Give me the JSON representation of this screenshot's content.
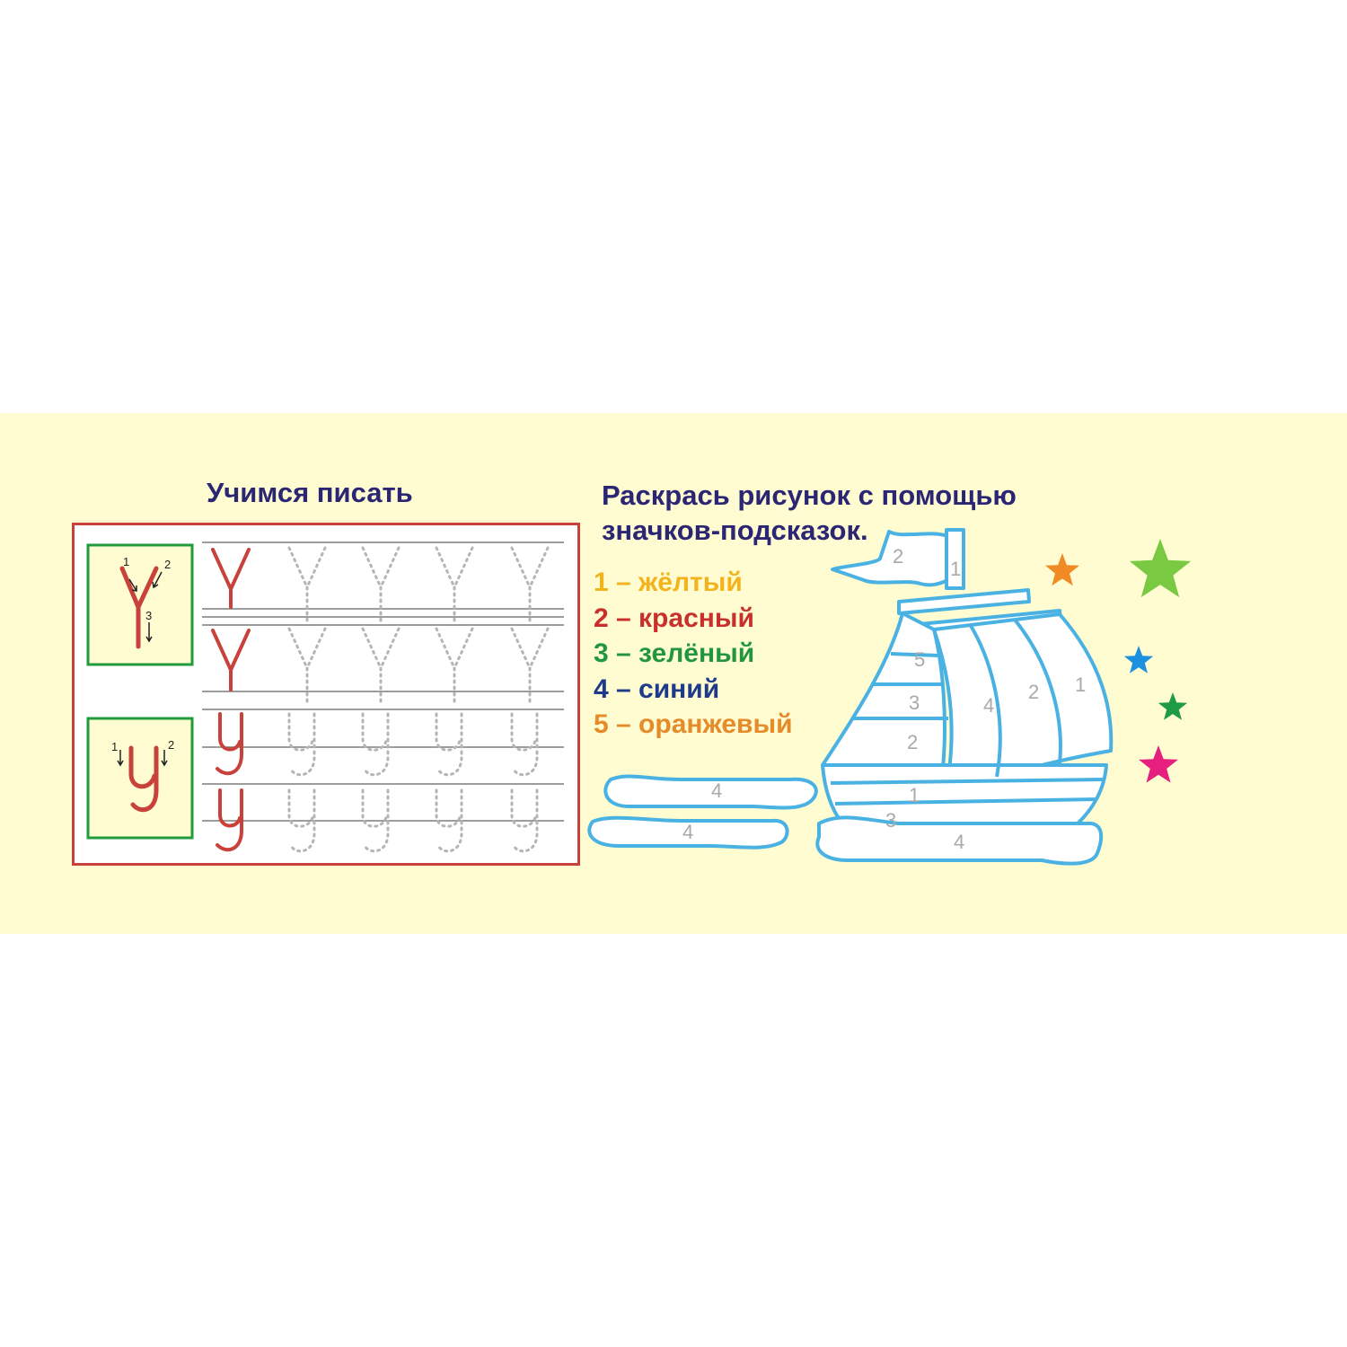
{
  "left_title": "Учимся писать",
  "right_title": [
    "Раскрась рисунок с помощью",
    "значков-подсказок."
  ],
  "writing": {
    "upper_letter": "Y",
    "lower_letter": "y",
    "upper_stroke_numbers": [
      "1",
      "2",
      "3"
    ],
    "lower_stroke_numbers": [
      "1",
      "2"
    ]
  },
  "legend": [
    {
      "text": "1 – жёлтый",
      "color": "#f2b31d"
    },
    {
      "text": "2 – красный",
      "color": "#c9302c"
    },
    {
      "text": "3 – зелёный",
      "color": "#22963f"
    },
    {
      "text": "4 – синий",
      "color": "#1e3a8a"
    },
    {
      "text": "5 – оранжевый",
      "color": "#e58b2a"
    }
  ],
  "ship_numbers": [
    "2",
    "1",
    "5",
    "3",
    "4",
    "2",
    "1",
    "2",
    "1",
    "3",
    "4",
    "4",
    "4"
  ],
  "colors": {
    "band": "#fefcd0",
    "title": "#2b2673",
    "panel_border": "#c8413b",
    "example_box_border": "#219a3c",
    "letter": "#c8413b",
    "ship_outline": "#4ab2e3",
    "trace_dots": "#b5b5b5"
  },
  "stars": [
    {
      "name": "orange-star",
      "color": "#f08a24"
    },
    {
      "name": "green-star-large",
      "color": "#7ac943"
    },
    {
      "name": "blue-star",
      "color": "#1e90e0"
    },
    {
      "name": "green-star-small",
      "color": "#1f9a45"
    },
    {
      "name": "pink-star",
      "color": "#e6207f"
    }
  ]
}
